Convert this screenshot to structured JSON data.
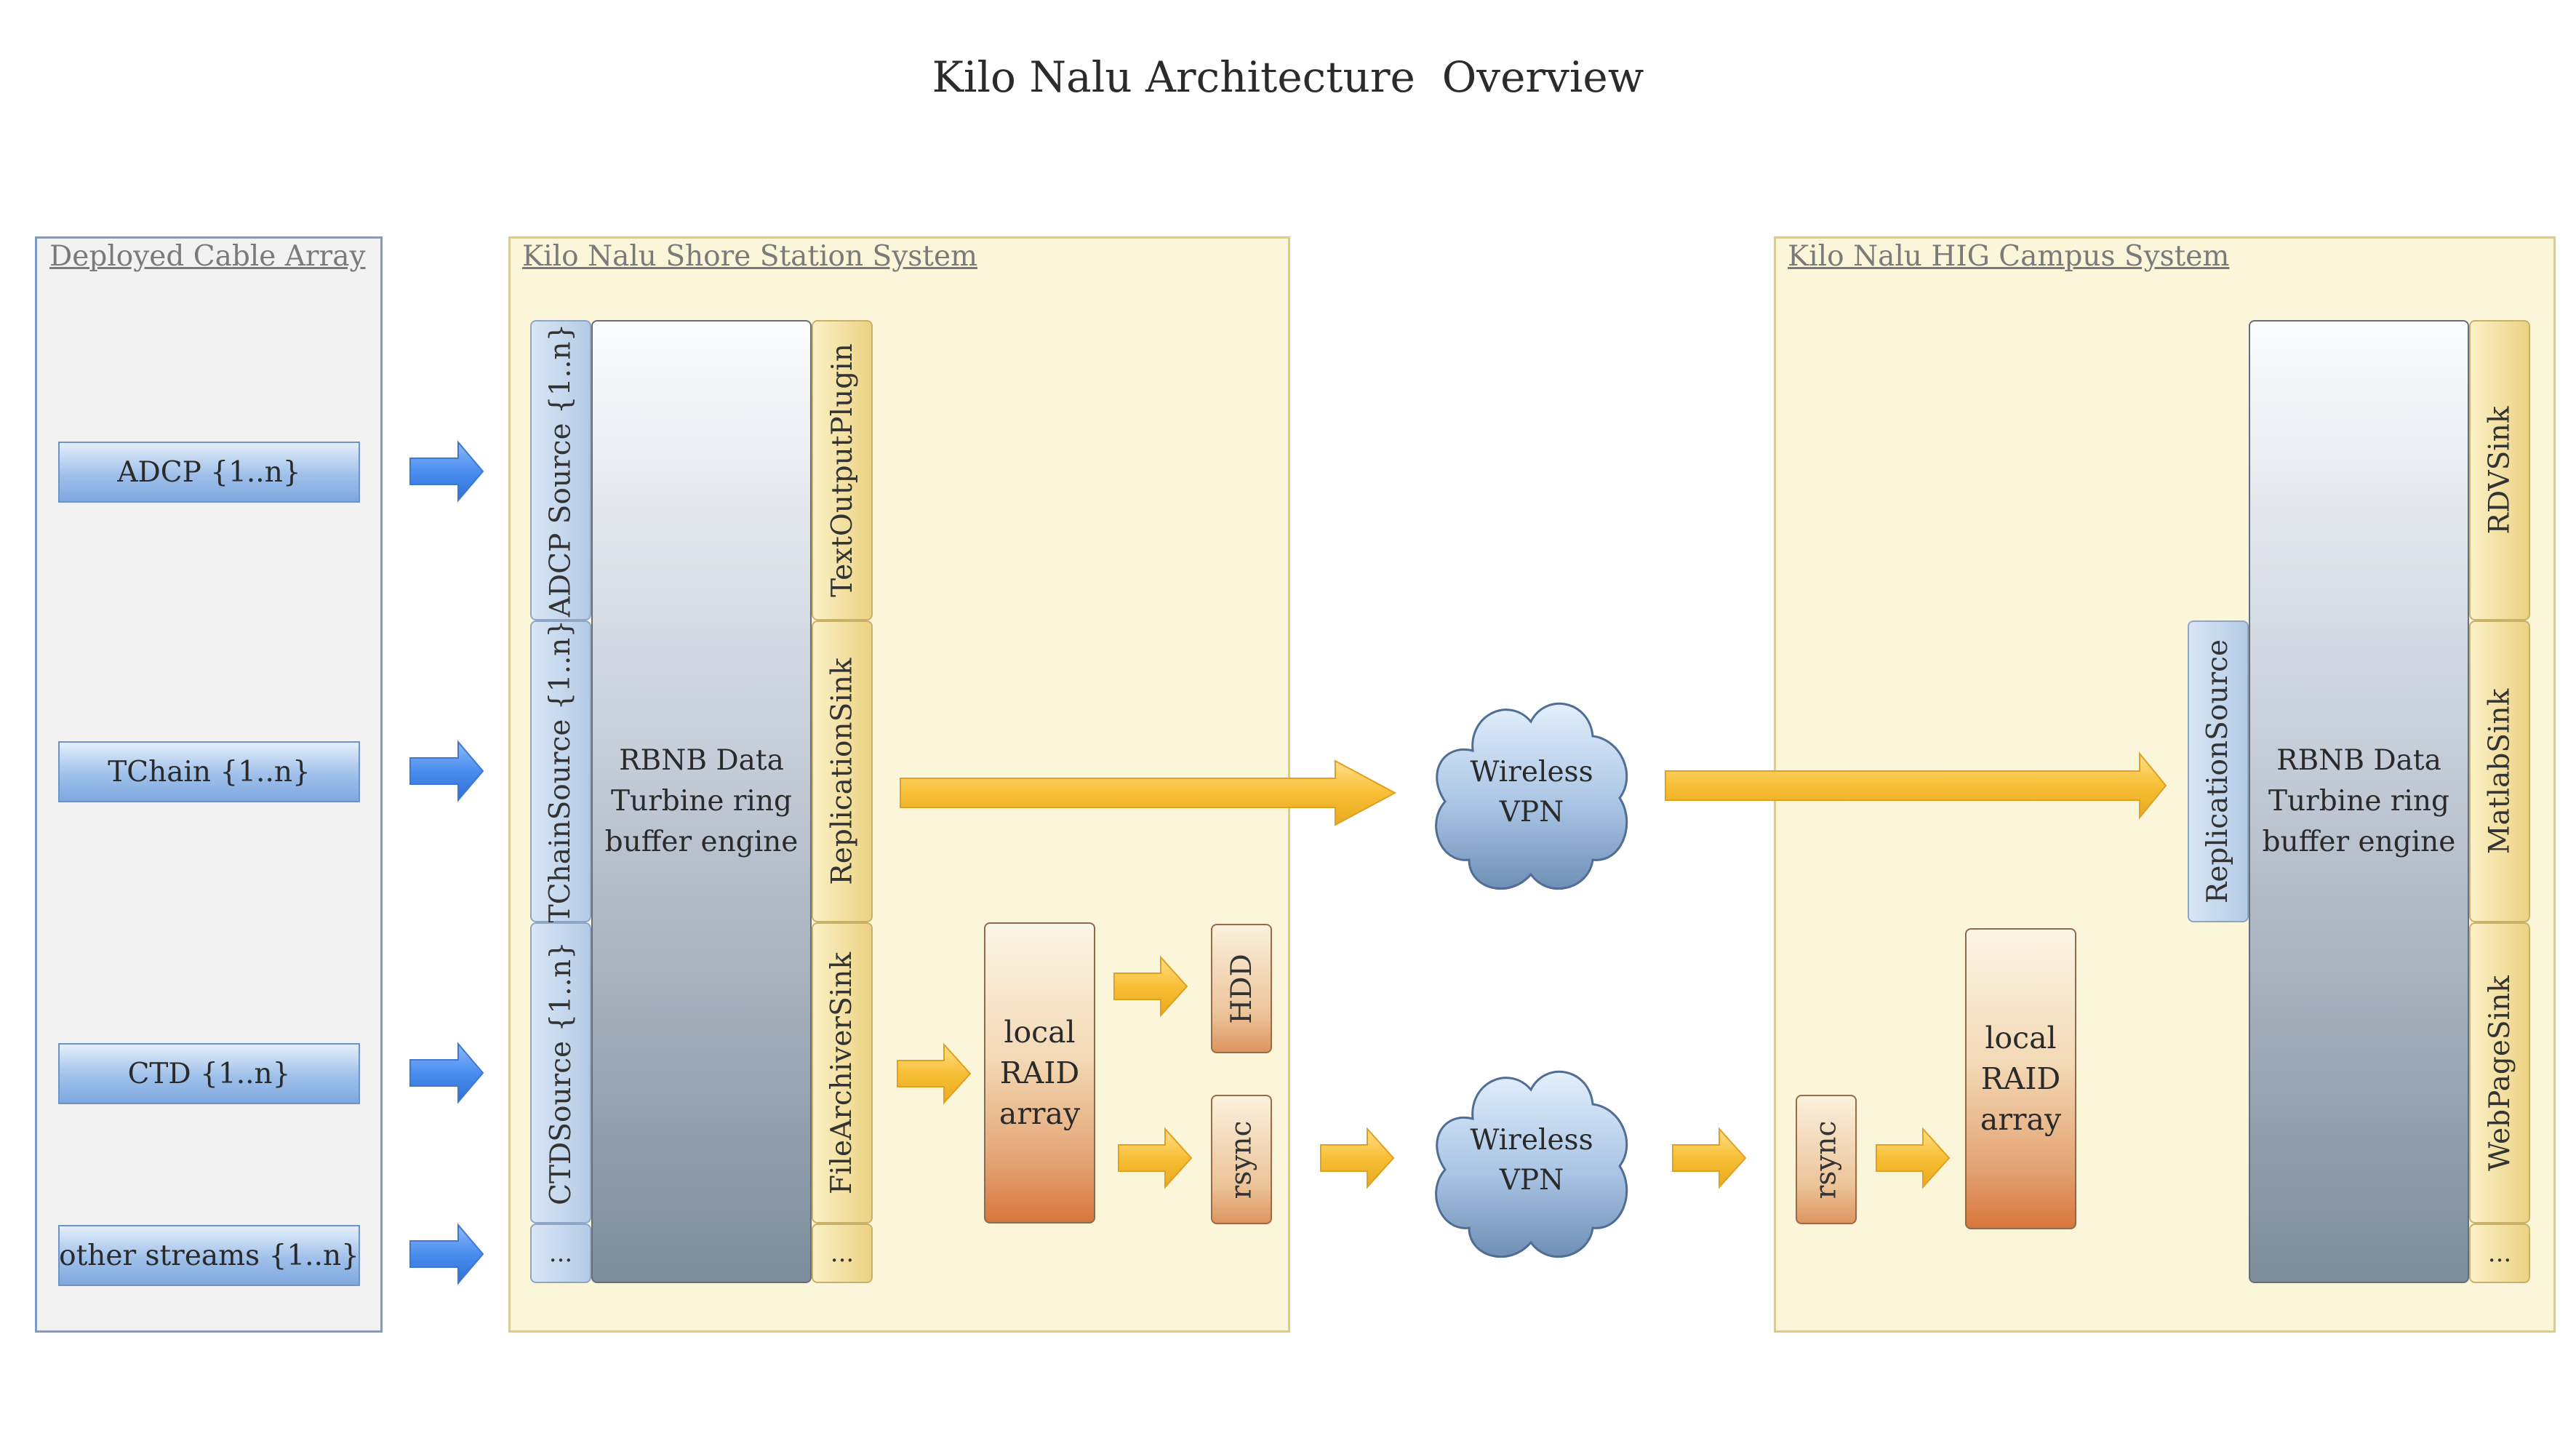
{
  "title": "Kilo Nalu Architecture  Overview",
  "panels": {
    "cable_array": {
      "label": "Deployed Cable Array",
      "instruments": [
        "ADCP {1..n}",
        "TChain {1..n}",
        "CTD {1..n}",
        "other streams {1..n}"
      ]
    },
    "shore_station": {
      "label": "Kilo Nalu Shore Station System",
      "sources": [
        "ADCP Source {1..n}",
        "TChainSource {1..n}",
        "CTDSource {1..n}",
        "..."
      ],
      "engine": "RBNB Data\nTurbine ring\nbuffer engine",
      "sinks": [
        "TextOutputPlugin",
        "ReplicationSink",
        "FileArchiverSink",
        "..."
      ],
      "raid": "local\nRAID\narray",
      "hdd": "HDD",
      "rsync": "rsync"
    },
    "campus": {
      "label": "Kilo Nalu HIG Campus System",
      "source": "ReplicationSource",
      "engine": "RBNB Data\nTurbine ring\nbuffer engine",
      "sinks": [
        "RDVSink",
        "MatlabSink",
        "WebPageSink",
        "..."
      ],
      "rsync": "rsync",
      "raid": "local\nRAID\narray"
    }
  },
  "clouds": [
    "Wireless\nVPN",
    "Wireless\nVPN"
  ],
  "colors": {
    "blue_arrow": "#4a8ef0",
    "yellow_arrow": "#f7bf35",
    "panel_yellow": "#fbf5da",
    "panel_gray": "#f2f2f2"
  }
}
